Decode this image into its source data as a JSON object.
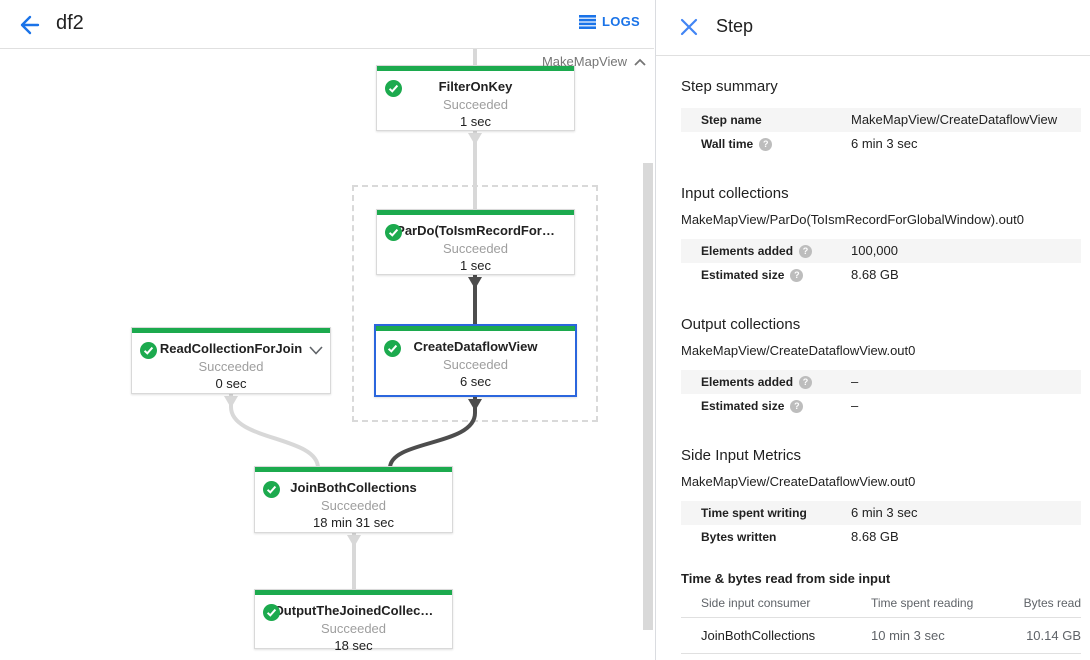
{
  "topbar": {
    "title": "df2",
    "logs_label": "LOGS"
  },
  "icons": {
    "back": "←",
    "logs": "☰",
    "close": "×",
    "check": "✓",
    "chevron_up": "⌃",
    "chevron_down": "⌄",
    "help": "?"
  },
  "colors": {
    "accent_blue": "#1a73e8",
    "success_green": "#1caa4e",
    "selection_blue": "#2b66dd",
    "edge_light": "#d8d8d8",
    "edge_dark": "#4d4d4d"
  },
  "graph": {
    "group_label": "MakeMapView",
    "nodes": {
      "filter_on_key": {
        "title": "FilterOnKey",
        "status": "Succeeded",
        "time": "1 sec"
      },
      "pardo_toism": {
        "title": "ParDo(ToIsmRecordFor…",
        "status": "Succeeded",
        "time": "1 sec"
      },
      "create_dataflow_view": {
        "title": "CreateDataflowView",
        "status": "Succeeded",
        "time": "6 sec"
      },
      "read_collection": {
        "title": "ReadCollectionForJoin",
        "status": "Succeeded",
        "time": "0 sec"
      },
      "join_both": {
        "title": "JoinBothCollections",
        "status": "Succeeded",
        "time": "18 min 31 sec"
      },
      "output_joined": {
        "title": "OutputTheJoinedCollec…",
        "status": "Succeeded",
        "time": "18 sec"
      }
    }
  },
  "panel": {
    "title": "Step",
    "step_summary": {
      "heading": "Step summary",
      "rows": [
        {
          "label": "Step name",
          "value": "MakeMapView/CreateDataflowView"
        },
        {
          "label": "Wall time",
          "value": "6 min 3 sec"
        }
      ]
    },
    "input_collections": {
      "heading": "Input collections",
      "collection": "MakeMapView/ParDo(ToIsmRecordForGlobalWindow).out0",
      "rows": [
        {
          "label": "Elements added",
          "value": "100,000"
        },
        {
          "label": "Estimated size",
          "value": "8.68 GB"
        }
      ]
    },
    "output_collections": {
      "heading": "Output collections",
      "collection": "MakeMapView/CreateDataflowView.out0",
      "rows": [
        {
          "label": "Elements added",
          "value": "–"
        },
        {
          "label": "Estimated size",
          "value": "–"
        }
      ]
    },
    "side_input_metrics": {
      "heading": "Side Input Metrics",
      "collection": "MakeMapView/CreateDataflowView.out0",
      "rows": [
        {
          "label": "Time spent writing",
          "value": "6 min 3 sec"
        },
        {
          "label": "Bytes written",
          "value": "8.68 GB"
        }
      ]
    },
    "side_input_table": {
      "heading": "Time & bytes read from side input",
      "columns": [
        "Side input consumer",
        "Time spent reading",
        "Bytes read"
      ],
      "rows": [
        [
          "JoinBothCollections",
          "10 min 3 sec",
          "10.14 GB"
        ]
      ]
    }
  }
}
